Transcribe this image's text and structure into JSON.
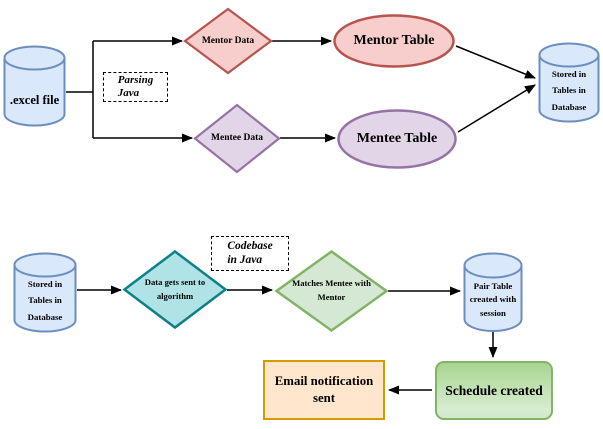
{
  "diagram": {
    "top_flow": {
      "excel_db_label": ".excel file",
      "parsing_note_line1": "Parsing",
      "parsing_note_line2": "Java",
      "mentor_data_label": "Mentor Data",
      "mentee_data_label": "Mentee Data",
      "mentor_table_label": "Mentor Table",
      "mentee_table_label": "Mentee Table",
      "stored_db_line1": "Stored in",
      "stored_db_line2": "Tables in",
      "stored_db_line3": "Database"
    },
    "bottom_flow": {
      "stored_db_line1": "Stored in",
      "stored_db_line2": "Tables in",
      "stored_db_line3": "Database",
      "algorithm_line1": "Data gets sent to",
      "algorithm_line2": "algorithm",
      "codebase_note_line1": "Codebase",
      "codebase_note_line2": "in Java",
      "matches_line1": "Matches Mentee with",
      "matches_line2": "Mentor",
      "pair_db_line1": "Pair Table",
      "pair_db_line2": "created with",
      "pair_db_line3": "session",
      "schedule_label": "Schedule created",
      "email_line1": "Email notification",
      "email_line2": "sent"
    },
    "colors": {
      "database_fill": "#dae8fc",
      "database_stroke": "#6c8ebf",
      "mentor_fill": "#f8cecc",
      "mentor_stroke": "#b85450",
      "mentee_fill": "#e1d5e7",
      "mentee_stroke": "#9673a6",
      "algorithm_fill": "#b0e3e6",
      "algorithm_stroke": "#0e8088",
      "matches_fill": "#d5e8d4",
      "matches_stroke": "#82b366",
      "schedule_gradient_top": "#a7d58f",
      "schedule_gradient_bottom": "#d7ecd1",
      "schedule_stroke": "#82b366",
      "email_fill": "#ffe6cc",
      "email_stroke": "#d79b00",
      "connector": "#000000",
      "note_border": "#000000"
    }
  }
}
